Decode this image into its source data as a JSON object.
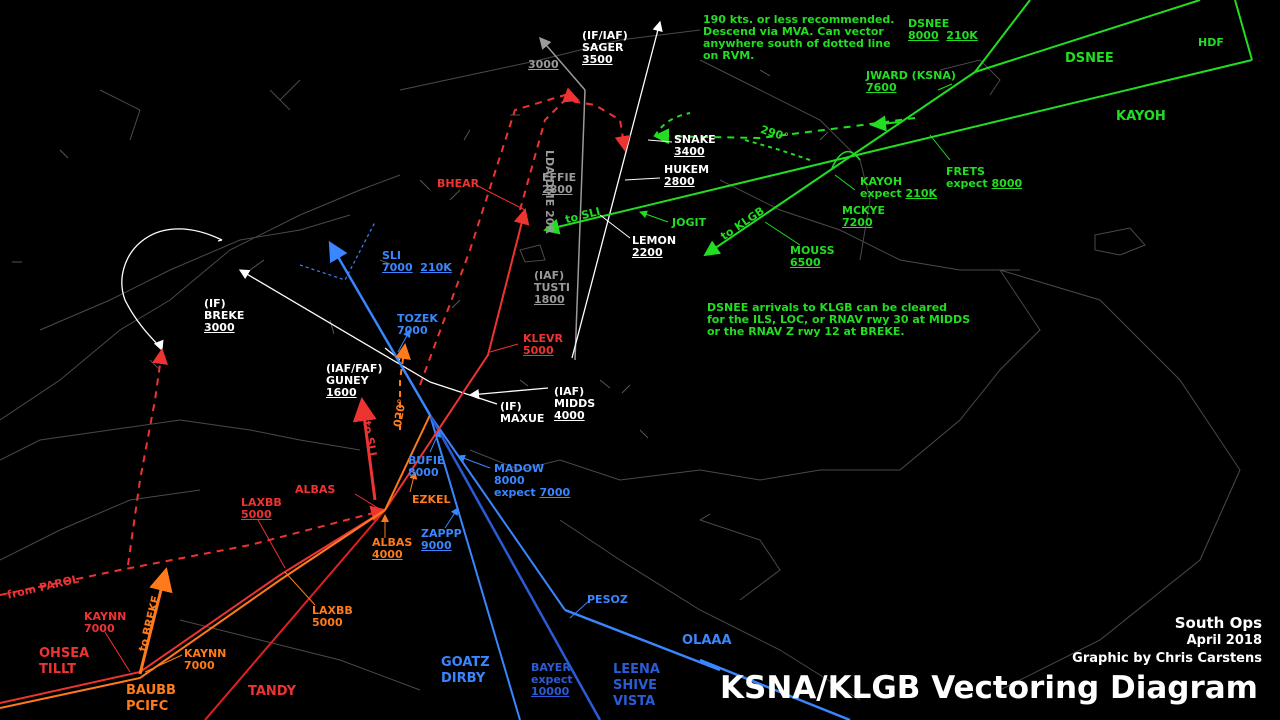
{
  "title": "KSNA/KLGB Vectoring Diagram",
  "credits": {
    "ops": "South Ops",
    "date": "April 2018",
    "author": "Graphic by Chris Carstens"
  },
  "notes": {
    "dsnee_vector": [
      "190 kts. or less recommended.",
      "Descend via MVA. Can vector",
      "anywhere south of dotted line",
      "on RVM."
    ],
    "dsnee_arrivals": [
      "DSNEE arrivals to KLGB can be cleared",
      "for the ILS, LOC, or RNAV rwy 30 at MIDDS",
      "or the RNAV Z rwy 12 at BREKE."
    ]
  },
  "colors": {
    "white": "#ffffff",
    "grey": "#9a9a9a",
    "green": "#22dd22",
    "red": "#ee3333",
    "orange": "#ff7a1a",
    "blue": "#3a86ff",
    "navy": "#2a5cd6"
  },
  "fixes": {
    "sager": {
      "role": "(IF/IAF)",
      "name": "SAGER",
      "alt": "3500"
    },
    "snake": {
      "name": "SNAKE",
      "alt": "3400"
    },
    "hukem": {
      "name": "HUKEM",
      "alt": "2800"
    },
    "lemon": {
      "name": "LEMON",
      "alt": "2200"
    },
    "effie": {
      "name": "EFFIE",
      "alt": "2800"
    },
    "tusti": {
      "role": "(IAF)",
      "name": "TUSTI",
      "alt": "1800"
    },
    "grey3000": {
      "alt": "3000"
    },
    "loc": {
      "label": "LDA/DME 20R"
    },
    "breke": {
      "role": "(IF)",
      "name": "BREKE",
      "alt": "3000"
    },
    "guney": {
      "role": "(IAF/FAF)",
      "name": "GUNEY",
      "alt": "1600"
    },
    "maxue": {
      "role": "(IF)",
      "name": "MAXUE"
    },
    "midds": {
      "role": "(IAF)",
      "name": "MIDDS",
      "alt": "4000"
    },
    "sli": {
      "name": "SLI",
      "alt": "7000",
      "speed": "210K"
    },
    "tozek": {
      "name": "TOZEK",
      "alt": "7000"
    },
    "bufie": {
      "name": "BUFIE",
      "alt": "8000"
    },
    "madow": {
      "name": "MADOW",
      "alt": "8000",
      "expect": "expect",
      "expect_alt": "7000"
    },
    "zappp": {
      "name": "ZAPPP",
      "alt": "9000"
    },
    "pesoz": {
      "name": "PESOZ"
    },
    "bayer": {
      "name": "BAYER",
      "expect": "expect",
      "alt": "10000"
    },
    "bhear": {
      "name": "BHEAR"
    },
    "klevr": {
      "name": "KLEVR",
      "alt": "5000"
    },
    "albas_red": {
      "name": "ALBAS"
    },
    "laxbb_red": {
      "name": "LAXBB",
      "alt": "5000"
    },
    "kaynn_red": {
      "name": "KAYNN",
      "alt": "7000"
    },
    "ezkel": {
      "name": "EZKEL"
    },
    "albas_orange": {
      "name": "ALBAS",
      "alt": "4000"
    },
    "laxbb_orange": {
      "name": "LAXBB",
      "alt": "5000"
    },
    "kaynn_orange": {
      "name": "KAYNN",
      "alt": "7000"
    },
    "dsnee_fix": {
      "name": "DSNEE",
      "alt": "8000",
      "speed": "210K"
    },
    "jward": {
      "name": "JWARD (KSNA)",
      "alt": "7600"
    },
    "kayoh_fix": {
      "name": "KAYOH",
      "expect": "expect",
      "speed": "210K"
    },
    "frets": {
      "name": "FRETS",
      "expect": "expect",
      "alt": "8000"
    },
    "mckye": {
      "name": "MCKYE",
      "alt": "7200"
    },
    "mouss": {
      "name": "MOUSS",
      "alt": "6500"
    },
    "jogit": {
      "name": "JOGIT"
    }
  },
  "routes": {
    "dsnee": "DSNEE",
    "kayoh": "KAYOH",
    "hdf": "HDF",
    "olaaa": "OLAAA",
    "goatz_dirby": [
      "GOATZ",
      "DIRBY"
    ],
    "leena": [
      "LEENA",
      "SHIVE",
      "VISTA"
    ],
    "tandy": "TANDY",
    "ohsea": [
      "OHSEA",
      "TILLT"
    ],
    "baubb": [
      "BAUBB",
      "PCIFC"
    ],
    "from_parol": "from PAROL",
    "to_breke": "to BREKE",
    "to_sli_red": "to SLI",
    "hdg_020": "020°",
    "hdg_290": "290°",
    "to_sli_green": "to SLI",
    "to_klgb": "to KLGB"
  }
}
